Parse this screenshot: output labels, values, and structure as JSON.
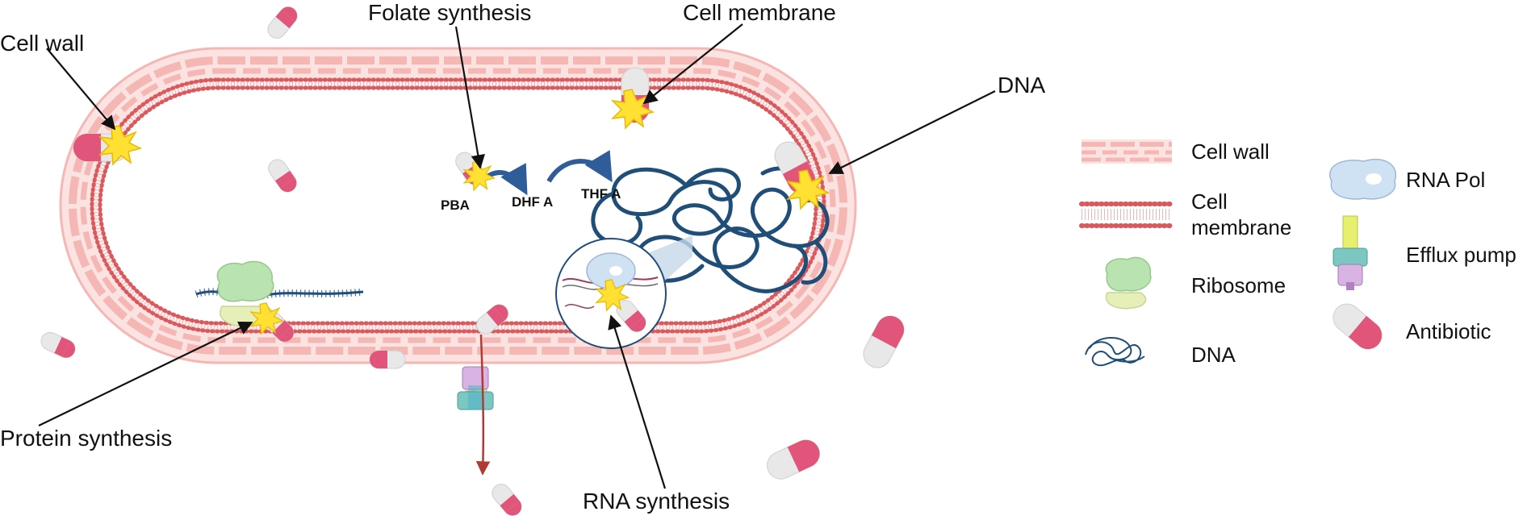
{
  "labels": {
    "cell_wall": "Cell wall",
    "folate_synthesis": "Folate synthesis",
    "cell_membrane": "Cell membrane",
    "dna": "DNA",
    "protein_synthesis": "Protein synthesis",
    "rna_synthesis": "RNA synthesis"
  },
  "pathway": {
    "pba": "PBA",
    "dhf_a": "DHF A",
    "thf_a": "THF A"
  },
  "legend": {
    "cell_wall": "Cell wall",
    "cell_membrane_line1": "Cell",
    "cell_membrane_line2": "membrane",
    "ribosome": "Ribosome",
    "dna": "DNA",
    "rna_pol": "RNA Pol",
    "efflux_pump": "Efflux pump",
    "antibiotic": "Antibiotic"
  },
  "colors": {
    "wall": "#f4b7b4",
    "membrane_dot": "#d9595c",
    "dna": "#1f4e79",
    "antibiotic_red": "#e2557a",
    "antibiotic_white": "#e8e8e8",
    "burst": "#ffe033",
    "ribosome_top": "#b9e3b0",
    "ribosome_bottom": "#e6efb8",
    "rna_pol": "#cfe2f4",
    "arrow_blue": "#2e5d9a",
    "efflux_arrow": "#b23a32"
  }
}
